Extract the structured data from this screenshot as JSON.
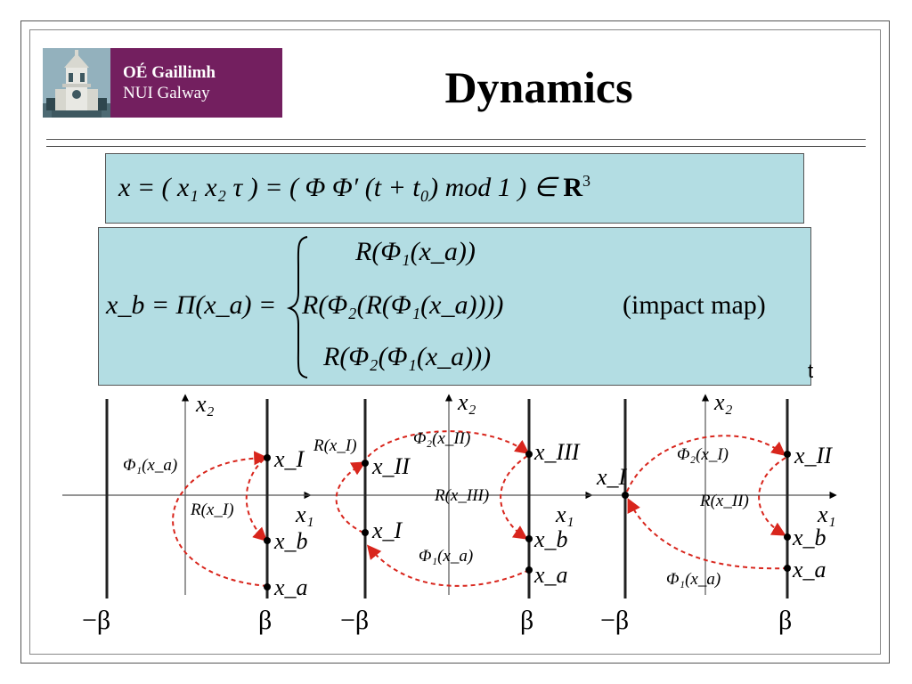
{
  "logo": {
    "line1": "OÉ Gaillimh",
    "line2": "NUI Galway"
  },
  "title": "Dynamics",
  "equation1": {
    "lhs": "x = ( x₁   x₂   τ ) = ( Φ   Φ′   (t + t₀)  mod 1 ) ∈ ",
    "space": "R",
    "power": "3"
  },
  "equation2": {
    "lhs": "x_b = Π(x_a) =",
    "case1": "R(Φ₁(x_a))",
    "case2": "R(Φ₂(R(Φ₁(x_a))))",
    "case3": "R(Φ₂(Φ₁(x_a)))",
    "note": "(impact map)"
  },
  "fragment_t": "t",
  "panels": [
    {
      "axis_x": "x₁",
      "axis_y": "x₂",
      "left_wall": "−β",
      "right_wall": "β",
      "points": [
        "x_I",
        "x_b",
        "x_a"
      ],
      "arrow_labels": [
        "Φ₁(x_a)",
        "R(x_I)"
      ]
    },
    {
      "axis_x": "x₁",
      "axis_y": "x₂",
      "left_wall": "−β",
      "right_wall": "β",
      "points": [
        "x_II",
        "x_I",
        "x_III",
        "x_b",
        "x_a"
      ],
      "arrow_labels": [
        "R(x_I)",
        "Φ₂(x_II)",
        "R(x_III)",
        "Φ₁(x_a)"
      ]
    },
    {
      "axis_x": "x₁",
      "axis_y": "x₂",
      "left_wall": "−β",
      "right_wall": "β",
      "points": [
        "x_I",
        "x_II",
        "x_b",
        "x_a"
      ],
      "arrow_labels": [
        "Φ₂(x_I)",
        "R(x_II)",
        "Φ₁(x_a)"
      ]
    }
  ],
  "colors": {
    "logo_purple": "#731f5f",
    "equation_box": "#b3dde3",
    "arrow_red": "#d8251c"
  }
}
